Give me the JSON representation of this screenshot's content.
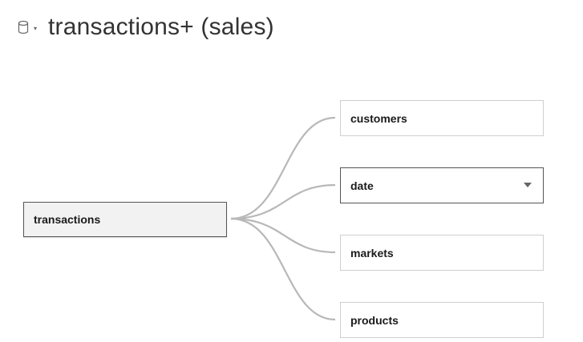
{
  "header": {
    "datasource_icon": "database-icon",
    "title": "transactions+ (sales)"
  },
  "diagram": {
    "root_table": "transactions",
    "related_tables": [
      {
        "label": "customers",
        "selected": false
      },
      {
        "label": "date",
        "selected": true,
        "has_dropdown": true
      },
      {
        "label": "markets",
        "selected": false
      },
      {
        "label": "products",
        "selected": false
      }
    ]
  },
  "colors": {
    "connector": "#b8b8b8",
    "root_fill": "#f2f2f2",
    "border": "#cfcfcf",
    "selected_border": "#555555"
  }
}
